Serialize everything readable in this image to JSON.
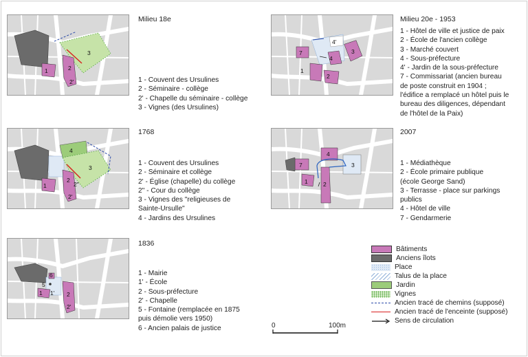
{
  "panels": [
    {
      "id": "p18",
      "title": "Milieu 18e",
      "items": [
        "1 - Couvent des Ursulines",
        "2 - Séminaire - collège",
        "2' - Chapelle du séminaire - collège",
        "3 - Vignes (des Ursulines)"
      ]
    },
    {
      "id": "p1768",
      "title": "1768",
      "items": [
        "1 - Couvent des Ursulines",
        "2 - Séminaire et collège",
        "2' - Église (chapelle) du collège",
        "2\" - Cour du collège",
        "3 - Vignes des \"religieuses de",
        "Sainte-Ursulle\"",
        "4 - Jardins des Ursulines"
      ]
    },
    {
      "id": "p1836",
      "title": "1836",
      "items": [
        "1 - Mairie",
        "1' - École",
        "2 - Sous-préfecture",
        "2' - Chapelle",
        "5 - Fontaine (remplacée en 1875",
        "puis démolie vers 1950)",
        "6 - Ancien palais de justice"
      ]
    },
    {
      "id": "p1953",
      "title": "Milieu 20e - 1953",
      "items": [
        "1 - Hôtel de ville et justice de paix",
        "2 - École de l'ancien collège",
        "3 - Marché couvert",
        "4 - Sous-préfecture",
        "4' - Jardin de la sous-préfecture",
        "7 - Commissariat (ancien bureau",
        "de poste construit en 1904 ;",
        "l'édifice a remplacé un hôtel puis le",
        "bureau des diligences, dépendant",
        "de l'hôtel de la Paix)"
      ]
    },
    {
      "id": "p2007",
      "title": "2007",
      "items": [
        "1 - Médiathèque",
        "2 - École primaire publique",
        "(école George Sand)",
        "3 - Terrasse - place sur parkings",
        "publics",
        "4 - Hôtel de ville",
        "7 - Gendarmerie"
      ]
    }
  ],
  "map_labels": {
    "p18": [
      "1",
      "2",
      "2'",
      "3"
    ],
    "p1768": [
      "1",
      "2",
      "2'",
      "2\"",
      "3",
      "4"
    ],
    "p1836": [
      "1",
      "1'",
      "2",
      "2'",
      "5",
      "6"
    ],
    "p1953": [
      "1",
      "2",
      "3",
      "4",
      "4'",
      "7"
    ],
    "p2007": [
      "1",
      "2",
      "3",
      "4",
      "7"
    ]
  },
  "legend": {
    "items": [
      "Bâtiments",
      "Anciens îlots",
      "Place",
      "Talus de la place",
      "Jardin",
      "Vignes",
      "Ancien tracé de chemins (supposé)",
      "Ancien tracé de l'enceinte (supposé)",
      "Sens de circulation"
    ]
  },
  "scale": {
    "start": "0",
    "end": "100m"
  },
  "colors": {
    "building": "#c879b8",
    "old_block": "#6b6b6b",
    "place": "#dfe9f5",
    "garden": "#9ccc7a",
    "vines": "#4fa83b",
    "old_paths": "#2a4aa8",
    "old_wall": "#d81e1e",
    "street": "#ffffff",
    "parcel": "#d4d4d4"
  }
}
